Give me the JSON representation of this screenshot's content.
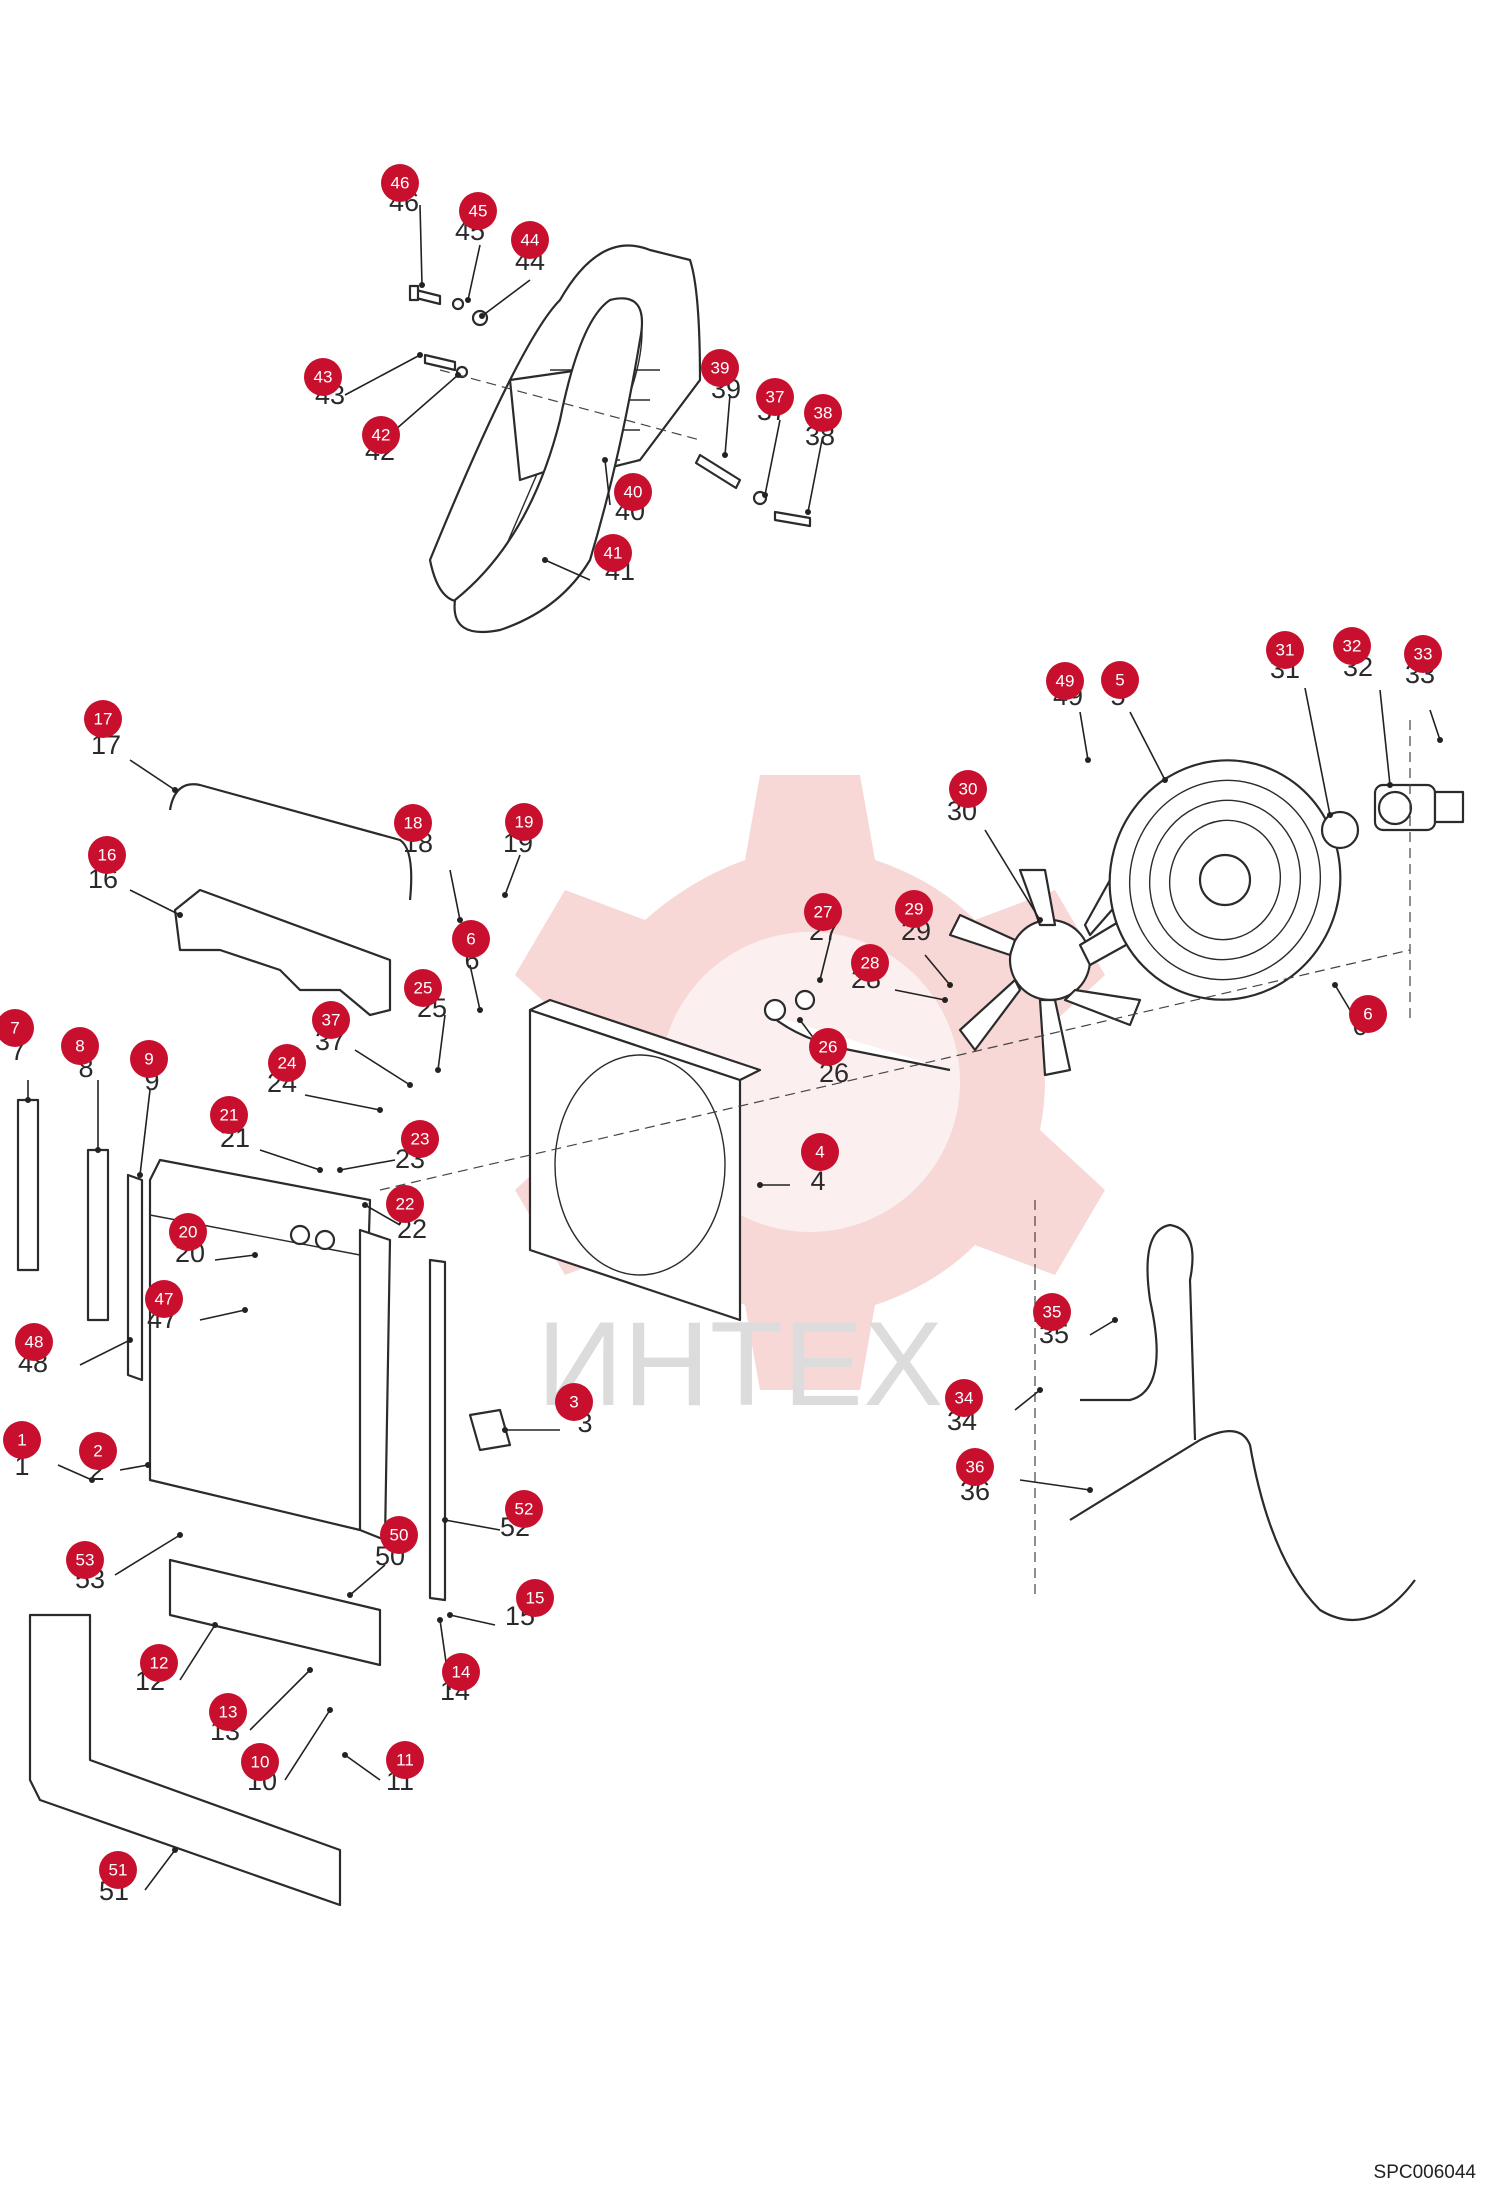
{
  "watermark": {
    "text": "ИНТЕХ",
    "gear_color": "#f5c9c9",
    "text_color": "#dcdcdc"
  },
  "badge_color": "#c8102e",
  "drawing_code": "SPC006044",
  "callouts": [
    "46",
    "45",
    "44",
    "43",
    "42",
    "39",
    "37",
    "38",
    "40",
    "41",
    "31",
    "32",
    "33",
    "49",
    "5",
    "17",
    "18",
    "19",
    "6",
    "16",
    "30",
    "27",
    "29",
    "28",
    "26",
    "25",
    "37",
    "24",
    "21",
    "23",
    "22",
    "4",
    "7",
    "8",
    "9",
    "20",
    "47",
    "48",
    "35",
    "34",
    "3",
    "1",
    "2",
    "36",
    "52",
    "53",
    "50",
    "15",
    "12",
    "14",
    "13",
    "10",
    "11",
    "51",
    "6"
  ]
}
